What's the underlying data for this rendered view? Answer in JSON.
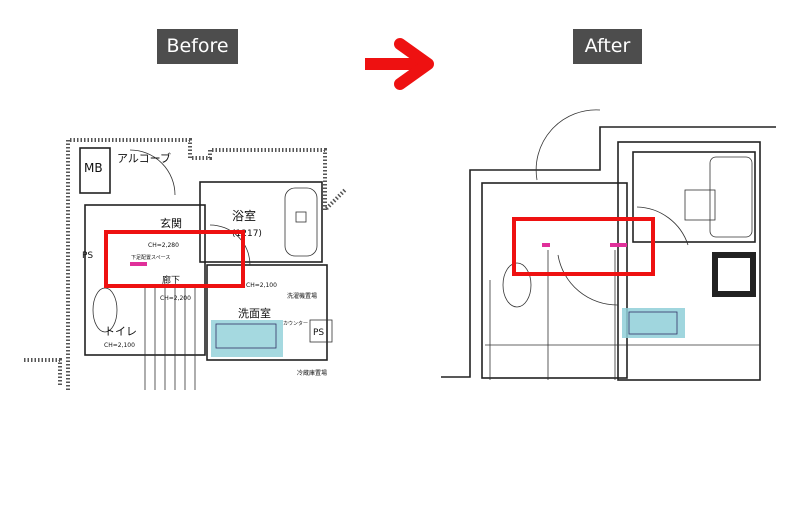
{
  "labels": {
    "before": "Before",
    "after": "After"
  },
  "colors": {
    "highlight_box": "#ee1111",
    "arrow": "#ee1111",
    "marker": "#e0309a",
    "washbasin": "#8fcfd8",
    "label_bg": "#4d4d4d"
  },
  "before_plan": {
    "rooms": {
      "mb": "MB",
      "alcove": "アルコーブ",
      "entrance": "玄関",
      "entrance_ch": "CH=2,280",
      "storage_space": "下足配置スペース",
      "bath": "浴室",
      "bath_size": "(1217)",
      "corridor": "廊下",
      "corridor_ch": "CH=2,200",
      "ps_left": "PS",
      "toilet": "トイレ",
      "toilet_ch": "CH=2,100",
      "washroom": "洗面室",
      "washroom_ch": "CH=2,100",
      "laundry": "洗濯機置場",
      "counter": "カウンター",
      "ps_right": "PS",
      "fridge": "冷蔵庫置場"
    }
  }
}
